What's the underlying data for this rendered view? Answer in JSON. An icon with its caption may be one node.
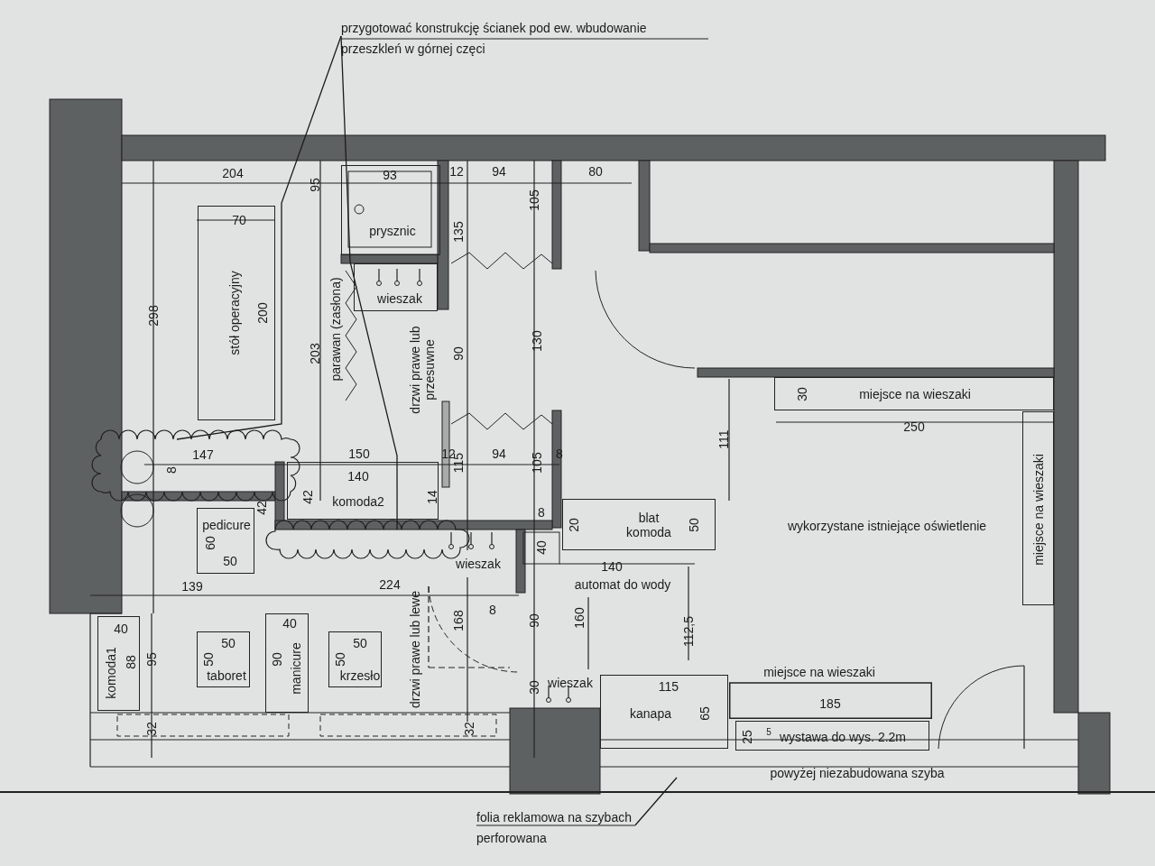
{
  "diagram": {
    "nodes": [
      {
        "text": [
          "przygotować konstrukcję ścianek pod ew. wbudowanie przeszkleń w górnej częci"
        ]
      },
      {
        "text": [
          "stół operacyjny",
          "70",
          "200"
        ]
      },
      {
        "text": [
          "93",
          "prysznic"
        ]
      },
      {
        "text": [
          "wieszak"
        ]
      },
      {
        "text": [
          "miejsce na wieszaki",
          "30"
        ]
      },
      {
        "text": [],
        "shape": "cloud"
      },
      {
        "text": [],
        "shape": "cloud"
      },
      {
        "text": [
          "140",
          "42",
          "komoda2",
          "14"
        ]
      },
      {
        "text": [
          "pedicure",
          "60",
          "50"
        ]
      },
      {
        "text": [
          "blat komoda",
          "50",
          "20"
        ]
      },
      {
        "text": [
          "miejsce na wieszaki"
        ]
      },
      {
        "text": [
          "komoda1",
          "40",
          "88"
        ]
      },
      {
        "text": [
          "50",
          "50",
          "taboret"
        ]
      },
      {
        "text": [
          "manicure",
          "40",
          "90"
        ]
      },
      {
        "text": [
          "50",
          "50",
          "krzesło"
        ]
      },
      {
        "text": [
          "115",
          "kanapa",
          "65"
        ]
      },
      {
        "text": [
          "miejsce na wieszaki",
          "185"
        ]
      },
      {
        "text": [
          "wystawa do wys. 2.2m",
          "25",
          "5"
        ]
      },
      {
        "text": [
          "folia reklamowa na szybach perforowana"
        ]
      }
    ],
    "edges": [
      {
        "from": 0,
        "to": 5,
        "arrow": "none"
      },
      {
        "from": 0,
        "to": 6,
        "arrow": "none"
      },
      {
        "from": 18,
        "to": null,
        "arrow": "none"
      }
    ],
    "labels": [
      "204",
      "12",
      "94",
      "80",
      "95",
      "135",
      "105",
      "298",
      "parawan (zasłona)",
      "drzwi prawe lub przesuwne",
      "203",
      "90",
      "130",
      "111",
      "250",
      "147",
      "8",
      "150",
      "12",
      "115",
      "94",
      "105",
      "8",
      "42",
      "8",
      "40",
      "wieszak",
      "140",
      "139",
      "224",
      "automat do wody",
      "wykorzystane istniejące oświetlenie",
      "8",
      "168",
      "90",
      "160",
      "112,5",
      "95",
      "drzwi prawe lub lewe",
      "30",
      "wieszak",
      "32",
      "32",
      "powyżej niezabudowana szyba"
    ]
  }
}
